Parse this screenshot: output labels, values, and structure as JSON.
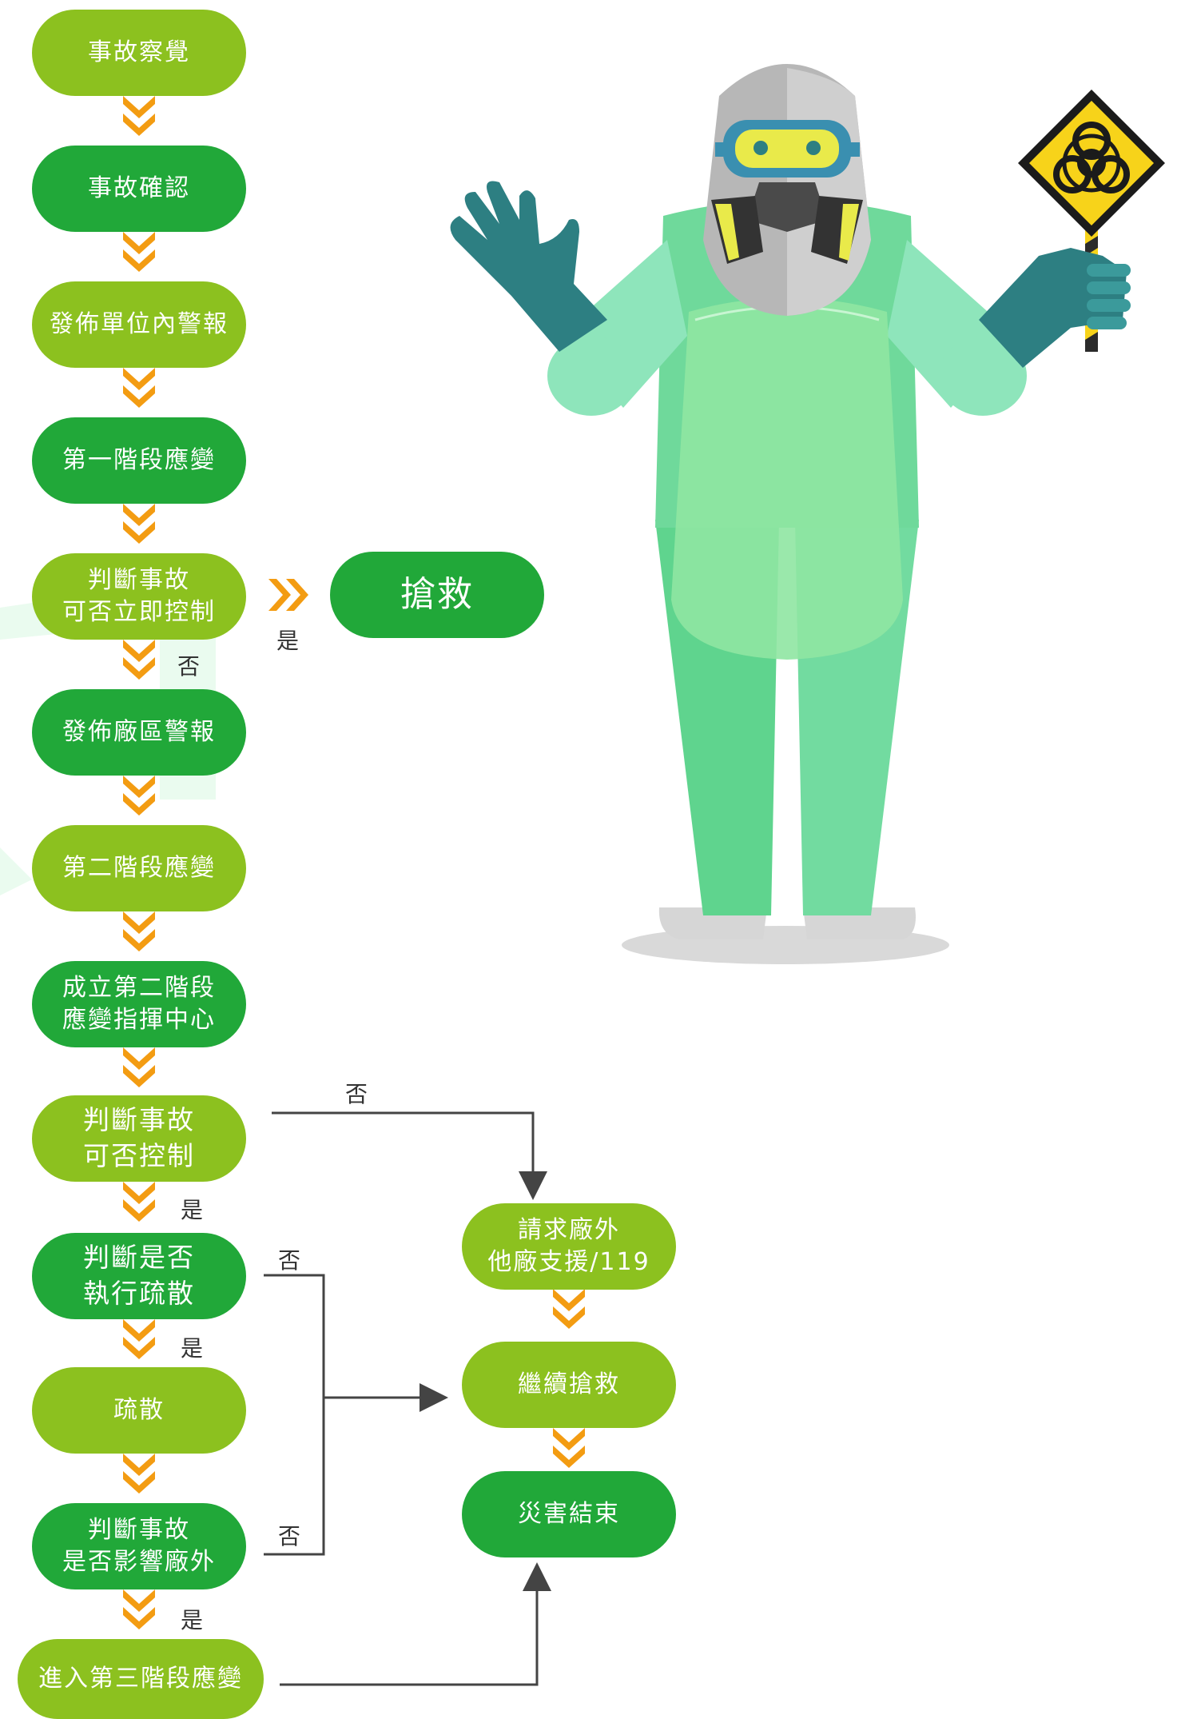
{
  "colors": {
    "lime": "#8cc11f",
    "dark_green": "#21a839",
    "chevron": "#f39c12",
    "line": "#444444"
  },
  "steps": [
    {
      "id": "s1",
      "label": "事故察覺"
    },
    {
      "id": "s2",
      "label": "事故確認"
    },
    {
      "id": "s3",
      "label": "發佈單位內警報"
    },
    {
      "id": "s4",
      "label": "第一階段應變"
    },
    {
      "id": "s5",
      "label": "判斷事故\n可否立即控制"
    },
    {
      "id": "s6",
      "label": "發佈廠區警報"
    },
    {
      "id": "s7",
      "label": "第二階段應變"
    },
    {
      "id": "s8",
      "label": "成立第二階段\n應變指揮中心"
    },
    {
      "id": "s9",
      "label": "判斷事故\n可否控制"
    },
    {
      "id": "s10",
      "label": "判斷是否\n執行疏散"
    },
    {
      "id": "s11",
      "label": "疏散"
    },
    {
      "id": "s12",
      "label": "判斷事故\n是否影響廠外"
    },
    {
      "id": "s13",
      "label": "進入第三階段應變"
    }
  ],
  "side_steps": {
    "rescue": "搶救",
    "request_support": "請求廠外\n他廠支援/119",
    "continue_rescue": "繼續搶救",
    "end": "災害結束"
  },
  "branch_labels": {
    "rescue_yes": "是",
    "s5_no": "否",
    "s9_no": "否",
    "s9_yes": "是",
    "s10_no": "否",
    "s10_yes": "是",
    "s12_no": "否",
    "s12_yes": "是"
  },
  "illustration": "hazmat-suit-worker-with-biohazard-sign"
}
